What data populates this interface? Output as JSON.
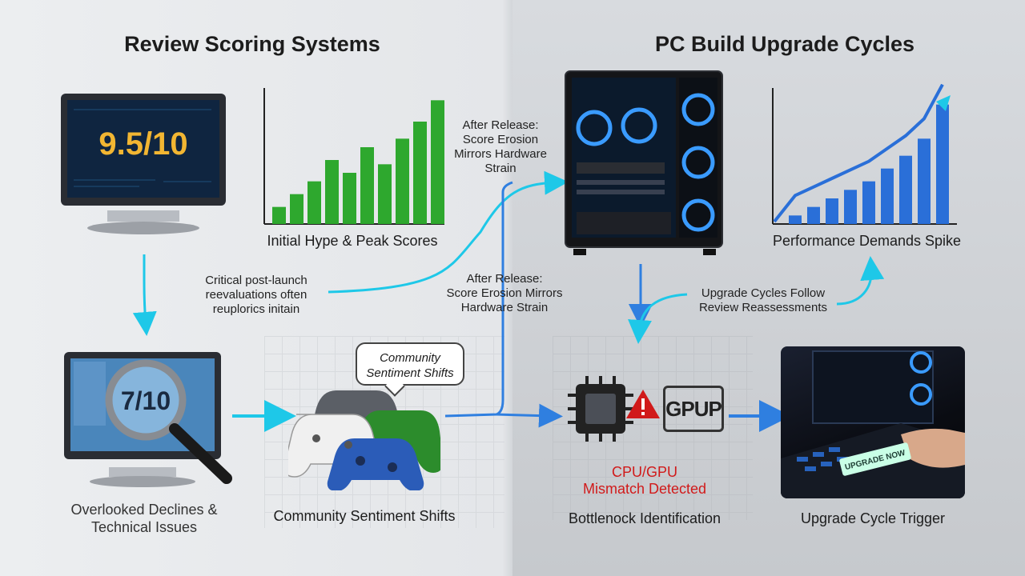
{
  "left_title": "Review Scoring Systems",
  "right_title": "PC Build Upgrade Cycles",
  "monitor_top": {
    "score": "9.5/10"
  },
  "hype_chart": {
    "label": "Initial Hype & Peak Scores",
    "values": [
      2,
      3.5,
      5,
      7.5,
      6,
      9,
      7,
      10,
      12,
      14.5
    ]
  },
  "note_after_release_top": {
    "line1": "After Release:",
    "line2": "Score Erosion",
    "line3": "Mirrors Hardware",
    "line4": "Strain"
  },
  "note_critical": {
    "line1": "Critical post-launch",
    "line2": "reevaluations often",
    "line3": "reuplorics initain"
  },
  "note_after_release_mid": {
    "line1": "After Release:",
    "line2": "Score Erosion Mirrors",
    "line3": "Hardware Strain"
  },
  "perf_chart": {
    "label": "Performance Demands Spike",
    "values": [
      1,
      2,
      3,
      4,
      5,
      6.5,
      8,
      10,
      14
    ]
  },
  "note_upgrade": {
    "line1": "Upgrade Cycles Follow",
    "line2": "Review Reassessments"
  },
  "monitor_bottom": {
    "score": "7/10",
    "label_line1": "Overlooked Declines &",
    "label_line2": "Technical Issues"
  },
  "community": {
    "bubble_line1": "Community",
    "bubble_line2": "Sentiment Shifts",
    "label": "Community Sentiment Shifts"
  },
  "bottleneck": {
    "gpu_text": "GPUP",
    "warning_line1": "CPU/GPU",
    "warning_line2": "Mismatch Detected",
    "label": "Bottlenock Identification"
  },
  "upgrade_trigger": {
    "key_text": "UPGRADE NOW",
    "label": "Upgrade Cycle Trigger"
  },
  "colors": {
    "accent_cyan": "#1ec8e8",
    "accent_blue": "#2f7fe0",
    "chart_green": "#2ea82e",
    "chart_blue": "#2a6fd8",
    "alert_red": "#d11a1a"
  }
}
